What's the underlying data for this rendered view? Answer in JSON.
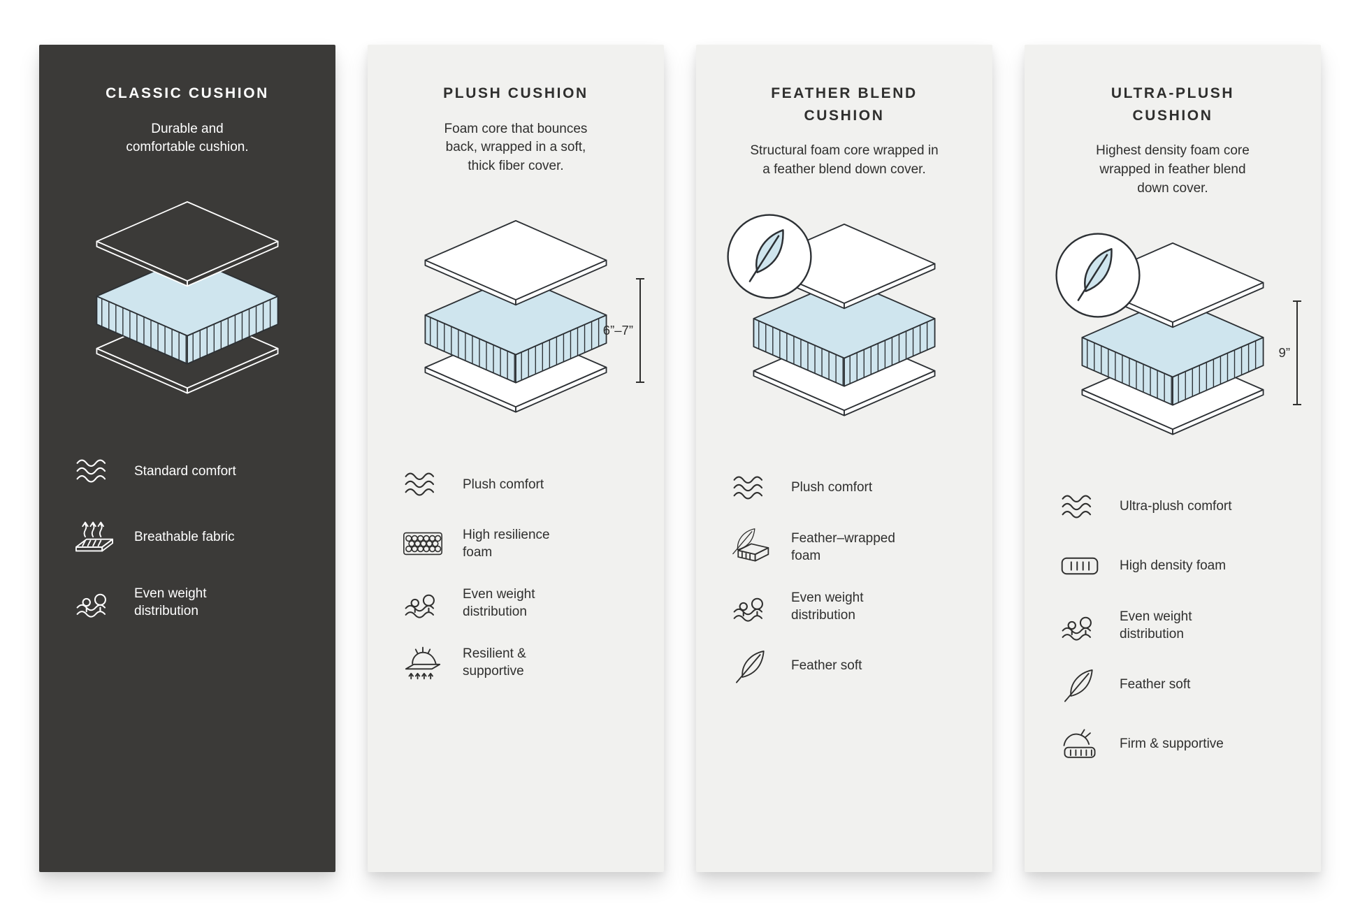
{
  "colors": {
    "page_background": "#ffffff",
    "dark_panel": "#3b3a38",
    "light_panel": "#f1f1ef",
    "foam_blue": "#cfe5ee",
    "line_dark": "#2c3034",
    "text_light": "#ffffff",
    "text_dark": "#2f2f2e"
  },
  "cards": [
    {
      "title": "CLASSIC CUSHION",
      "description": "Durable and\ncomfortable cushion.",
      "theme": "dark",
      "diagram": "layered-cushion",
      "features": [
        {
          "icon": "wave-icon",
          "label": "Standard comfort"
        },
        {
          "icon": "breathable-icon",
          "label": "Breathable fabric"
        },
        {
          "icon": "weight-distribution-icon",
          "label": "Even weight\ndistribution"
        }
      ]
    },
    {
      "title": "PLUSH CUSHION",
      "description": "Foam core that bounces\nback, wrapped in a soft,\nthick fiber cover.",
      "theme": "light",
      "diagram": "layered-cushion",
      "measurement": "6”–7”",
      "features": [
        {
          "icon": "wave-icon",
          "label": "Plush comfort"
        },
        {
          "icon": "foam-cells-icon",
          "label": "High resilience\nfoam"
        },
        {
          "icon": "weight-distribution-icon",
          "label": "Even weight\ndistribution"
        },
        {
          "icon": "supportive-icon",
          "label": "Resilient &\nsupportive"
        }
      ]
    },
    {
      "title": "FEATHER BLEND\nCUSHION",
      "description": "Structural foam core wrapped in\na feather blend down cover.",
      "theme": "light",
      "diagram": "layered-cushion-with-feather-badge",
      "features": [
        {
          "icon": "wave-icon",
          "label": "Plush comfort"
        },
        {
          "icon": "feather-foam-icon",
          "label": "Feather–wrapped\nfoam"
        },
        {
          "icon": "weight-distribution-icon",
          "label": "Even weight\ndistribution"
        },
        {
          "icon": "feather-icon",
          "label": "Feather soft"
        }
      ]
    },
    {
      "title": "ULTRA-PLUSH\nCUSHION",
      "description": "Highest density foam core\nwrapped in feather blend\ndown cover.",
      "theme": "light",
      "diagram": "layered-cushion-with-feather-badge",
      "measurement": "9”",
      "features": [
        {
          "icon": "wave-icon",
          "label": "Ultra-plush comfort"
        },
        {
          "icon": "density-foam-icon",
          "label": "High density foam"
        },
        {
          "icon": "weight-distribution-icon",
          "label": "Even weight\ndistribution"
        },
        {
          "icon": "feather-icon",
          "label": "Feather soft"
        },
        {
          "icon": "firm-supportive-icon",
          "label": "Firm & supportive"
        }
      ]
    }
  ]
}
